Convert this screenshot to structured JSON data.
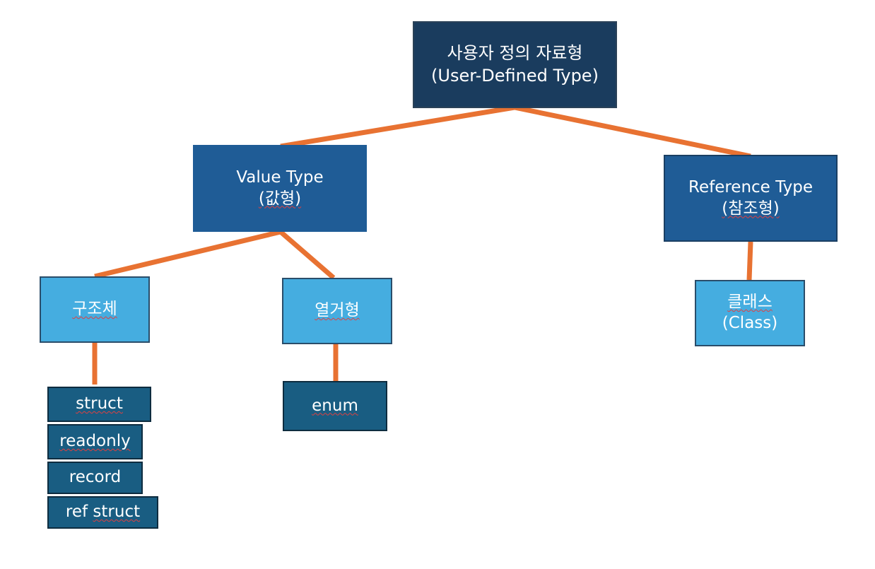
{
  "colors": {
    "connector": "#e87232",
    "root_fill": "#1a3c5e",
    "category_fill": "#1f5c96",
    "sub_fill": "#45ade0",
    "leaf_fill": "#195d82"
  },
  "root": {
    "line1": "사용자 정의 자료형",
    "line2": "(User-Defined Type)"
  },
  "value_type": {
    "line1": "Value Type",
    "line2": "(값형)"
  },
  "reference_type": {
    "line1": "Reference Type",
    "line2": "(참조형)"
  },
  "struct_group": {
    "label": "구조체",
    "items": [
      "struct",
      "readonly",
      "record",
      "ref struct"
    ]
  },
  "enum_group": {
    "label": "열거형",
    "items": [
      "enum"
    ]
  },
  "class_group": {
    "line1": "클래스",
    "line2": "(Class)"
  }
}
